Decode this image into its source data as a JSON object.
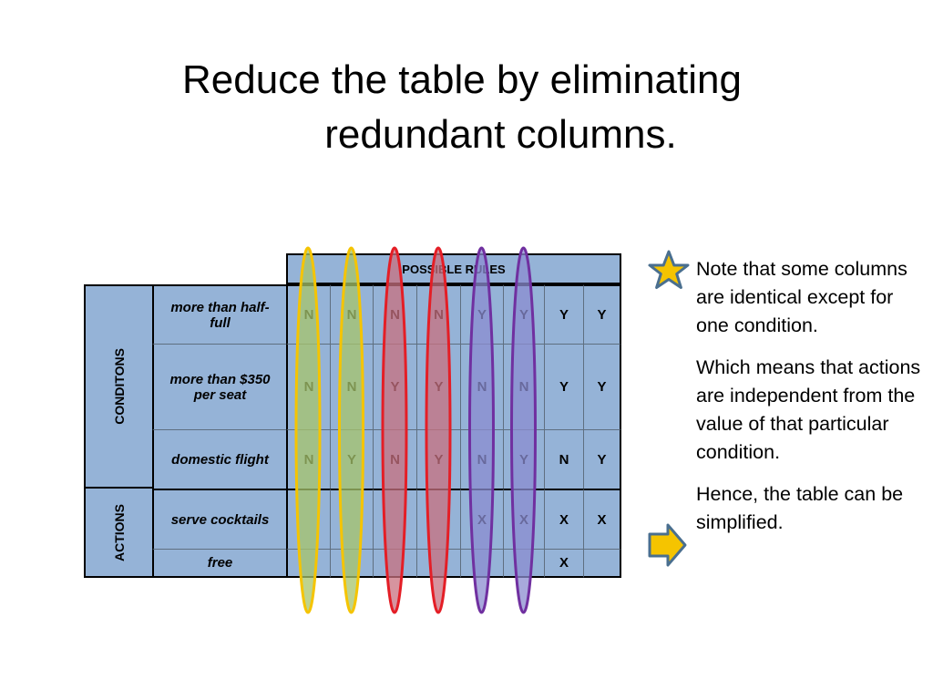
{
  "title": {
    "line1": "Reduce the table by eliminating",
    "line2": "redundant columns."
  },
  "table": {
    "header": "POSSIBLE RULES",
    "groups": {
      "conditions": "CONDITONS",
      "actions": "ACTIONS"
    },
    "rows": [
      {
        "label": "more than half-full",
        "values": [
          "N",
          "N",
          "N",
          "N",
          "Y",
          "Y",
          "Y",
          "Y"
        ]
      },
      {
        "label": "more than $350 per seat",
        "values": [
          "N",
          "N",
          "Y",
          "Y",
          "N",
          "N",
          "Y",
          "Y"
        ]
      },
      {
        "label": "domestic flight",
        "values": [
          "N",
          "Y",
          "N",
          "Y",
          "N",
          "Y",
          "N",
          "Y"
        ]
      },
      {
        "label": "serve cocktails",
        "values": [
          "",
          "",
          "",
          "",
          "X",
          "X",
          "X",
          "X"
        ]
      },
      {
        "label": "free",
        "values": [
          "",
          "",
          "",
          "",
          "",
          "",
          "X",
          ""
        ]
      }
    ]
  },
  "highlights": [
    {
      "column": 1,
      "color": "#f5c400",
      "fill": "#a7c46b"
    },
    {
      "column": 2,
      "color": "#f5c400",
      "fill": "#a7c46b"
    },
    {
      "column": 3,
      "color": "#e41e26",
      "fill": "#c8707f"
    },
    {
      "column": 4,
      "color": "#e41e26",
      "fill": "#c8707f"
    },
    {
      "column": 5,
      "color": "#7030a0",
      "fill": "#8b8cd0"
    },
    {
      "column": 6,
      "color": "#7030a0",
      "fill": "#8b8cd0"
    }
  ],
  "icons": {
    "star": "star-icon",
    "arrow": "arrow-right-icon"
  },
  "note": {
    "p1": "Note that some columns are identical except for one condition.",
    "p2": "Which means that actions are independent  from the value of that particular  condition.",
    "p3": "Hence, the table can be simplified."
  }
}
